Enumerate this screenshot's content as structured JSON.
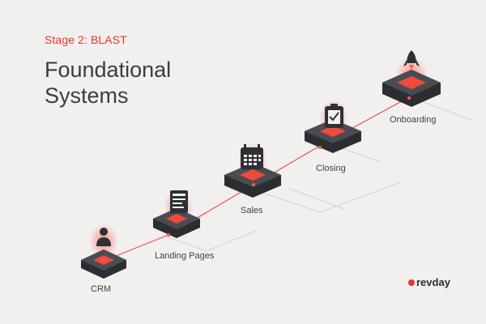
{
  "header": {
    "stage": "Stage 2: BLAST",
    "title_line1": "Foundational",
    "title_line2": "Systems"
  },
  "nodes": [
    {
      "label": "CRM",
      "icon": "person-icon"
    },
    {
      "label": "Landing Pages",
      "icon": "document-icon"
    },
    {
      "label": "Sales",
      "icon": "calendar-icon"
    },
    {
      "label": "Closing",
      "icon": "checklist-icon"
    },
    {
      "label": "Onboarding",
      "icon": "rocket-icon"
    }
  ],
  "brand": {
    "name": "revday"
  },
  "colors": {
    "accent": "#e8362f",
    "platform_top": "#4a4c53",
    "platform_side": "#2c2d31",
    "text": "#3a3d45",
    "background": "#f1f0ee"
  }
}
